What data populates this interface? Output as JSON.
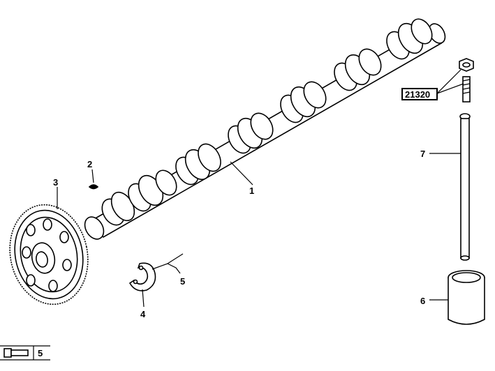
{
  "diagram": {
    "callouts": [
      {
        "id": "1",
        "text": "1"
      },
      {
        "id": "2",
        "text": "2"
      },
      {
        "id": "3",
        "text": "3"
      },
      {
        "id": "4",
        "text": "4"
      },
      {
        "id": "5",
        "text": "5"
      },
      {
        "id": "6",
        "text": "6"
      },
      {
        "id": "7",
        "text": "7"
      }
    ],
    "reference_box": "21320",
    "legend_number": "5"
  }
}
